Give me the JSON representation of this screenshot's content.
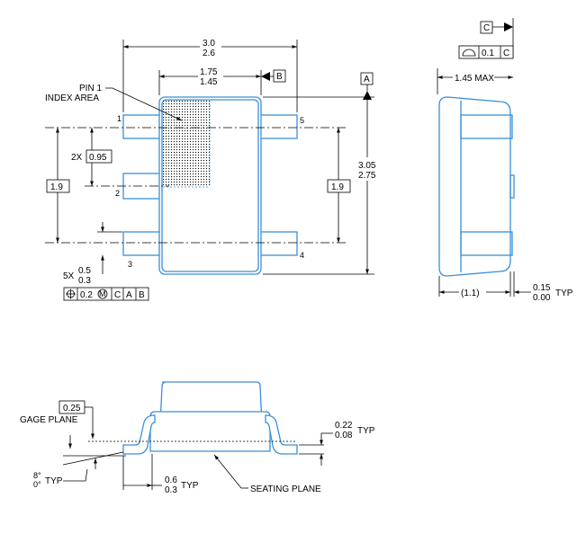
{
  "top_view": {
    "overall_width": {
      "max": "3.0",
      "min": "2.6"
    },
    "body_width": {
      "max": "1.75",
      "min": "1.45"
    },
    "datum_b": "B",
    "datum_a": "A",
    "pin1_label": [
      "PIN 1",
      "INDEX AREA"
    ],
    "pins": [
      "1",
      "2",
      "3",
      "4",
      "5"
    ],
    "pin_pitch": {
      "prefix": "2X",
      "value": "0.95"
    },
    "pin_span_left": "1.9",
    "pin_span_right": "1.9",
    "body_length": {
      "max": "3.05",
      "min": "2.75"
    },
    "lead_width": {
      "prefix": "5X",
      "max": "0.5",
      "min": "0.3"
    },
    "position_fcf": [
      "⌖",
      "0.2",
      "M",
      "C",
      "A",
      "B"
    ]
  },
  "side_view": {
    "datum_c": "C",
    "profile_fcf": [
      "⌓",
      "0.1",
      "C"
    ],
    "height_max": "1.45 MAX",
    "lead_offset": "(1.1)",
    "standoff": {
      "max": "0.15",
      "min": "0.00",
      "suffix": "TYP"
    }
  },
  "end_view": {
    "gage_value": "0.25",
    "gage_label": "GAGE PLANE",
    "lead_thickness": {
      "max": "0.22",
      "min": "0.08",
      "suffix": "TYP"
    },
    "angle": {
      "max": "8°",
      "min": "0°",
      "suffix": "TYP"
    },
    "foot_length": {
      "max": "0.6",
      "min": "0.3",
      "suffix": "TYP"
    },
    "seating_label": "SEATING PLANE"
  }
}
